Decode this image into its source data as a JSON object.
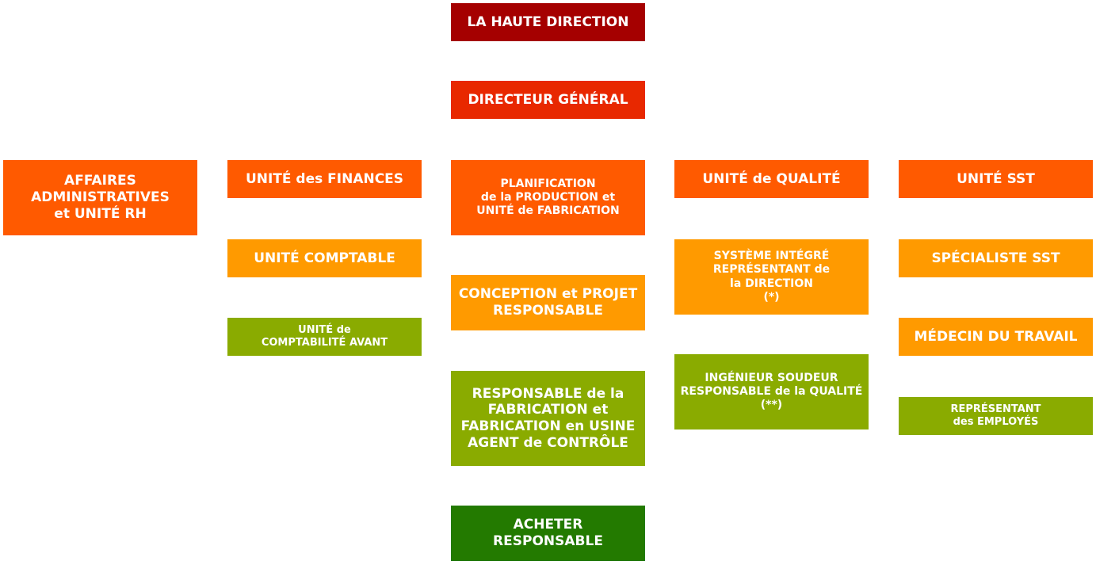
{
  "nodes": {
    "haute_direction": "LA HAUTE DIRECTION",
    "directeur_general": "DIRECTEUR GÉNÉRAL",
    "affaires_administratives": "AFFAIRES\nADMINISTRATIVES\net UNITÉ RH",
    "unite_finances": "UNITÉ des FINANCES",
    "unite_comptable": "UNITÉ COMPTABLE",
    "unite_comptabilite_avant": "UNITÉ de\nCOMPTABILITÉ AVANT",
    "planification_production": "PLANIFICATION\nde la PRODUCTION et\nUNITÉ de FABRICATION",
    "conception_projet": "CONCEPTION et PROJET\nRESPONSABLE",
    "responsable_fabrication": "RESPONSABLE de la\nFABRICATION et\nFABRICATION en USINE\nAGENT de CONTRÔLE",
    "acheter_responsable": "ACHETER\nRESPONSABLE",
    "unite_qualite": "UNITÉ de QUALITÉ",
    "systeme_integre": "SYSTÈME INTÉGRÉ\nREPRÉSENTANT de\nla DIRECTION\n(*)",
    "ingenieur_soudeur": "INGÉNIEUR SOUDEUR\nRESPONSABLE de la QUALITÉ\n(**)",
    "unite_sst": "UNITÉ SST",
    "specialiste_sst": "SPÉCIALISTE SST",
    "medecin_travail": "MÉDECIN DU TRAVAIL",
    "representant_employes": "REPRÉSENTANT\ndes EMPLOYÉS"
  },
  "colors": {
    "dark_red": "#a50000",
    "red": "#e82800",
    "orange": "#ff5a00",
    "light_orange": "#ff9a00",
    "olive": "#8aab00",
    "green": "#237a00"
  }
}
